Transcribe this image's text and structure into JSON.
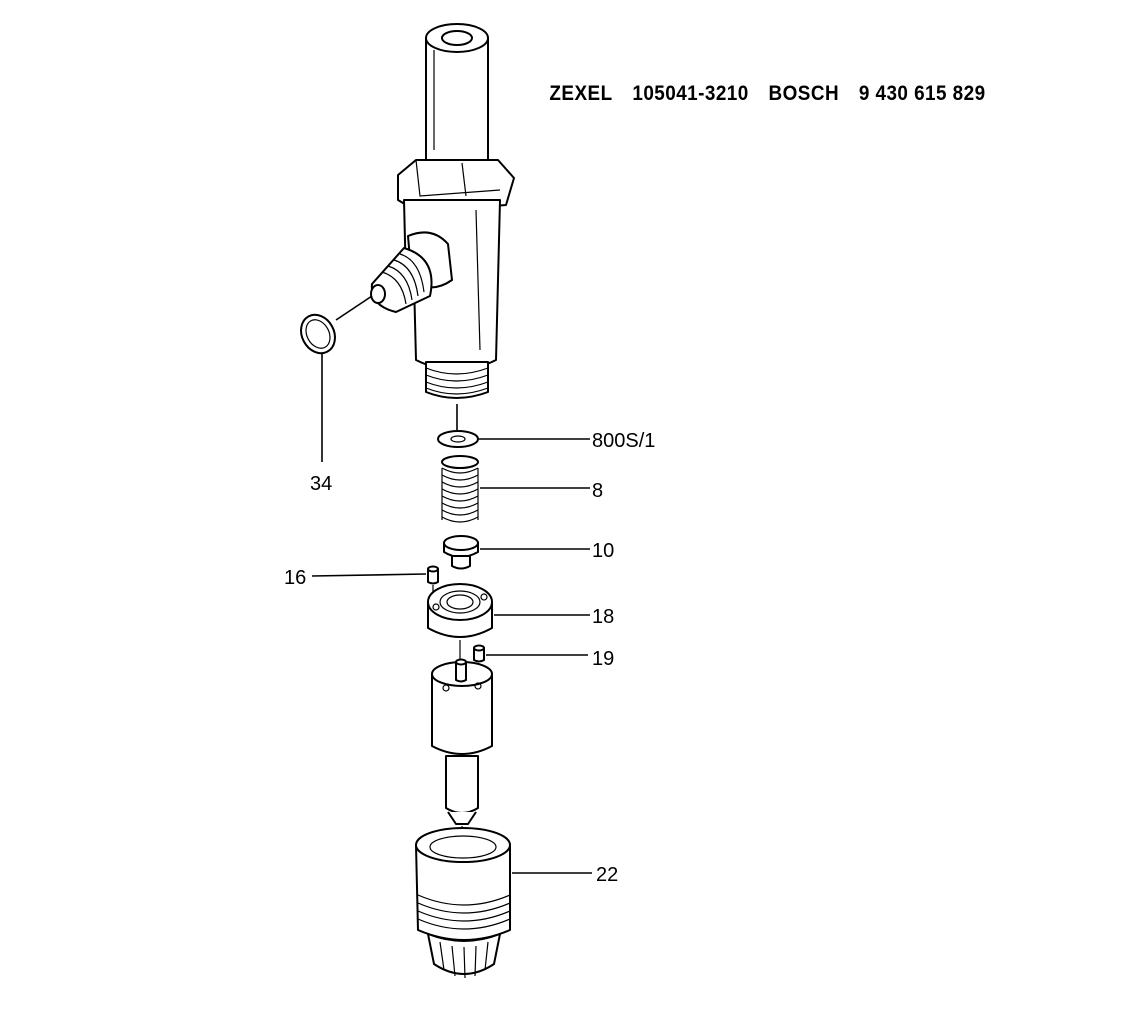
{
  "header": {
    "brand1": "ZEXEL",
    "part1": "105041-3210",
    "brand2": "BOSCH",
    "part2": "9 430 615 829"
  },
  "labels": {
    "washer": "800S/1",
    "spring": "8",
    "spring_seat": "10",
    "pin_left": "16",
    "spacer": "18",
    "pin_right": "19",
    "nozzle_nut": "22",
    "o_ring": "34"
  }
}
